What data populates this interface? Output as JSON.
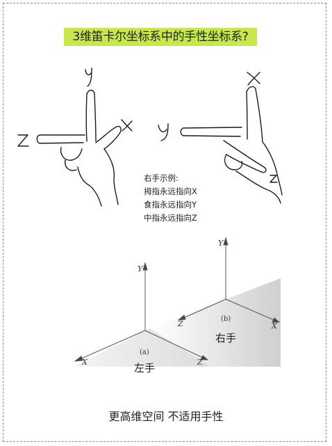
{
  "title": "3维笛卡尔坐标系中的手性坐标系?",
  "right_hand_example": {
    "heading": "右手示例:",
    "lines": [
      "拇指永远指向X",
      "食指永远指向Y",
      "中指永远指向Z"
    ]
  },
  "sketch_labels": {
    "left_hand": {
      "y": "y",
      "x": "x",
      "z": "Z"
    },
    "right_hand": {
      "x": "x",
      "y": "y",
      "z": "z"
    }
  },
  "axes_figure": {
    "a": {
      "caption": "(a)",
      "hand_label": "左手",
      "y": "Y",
      "x": "X",
      "z": "Z"
    },
    "b": {
      "caption": "(b)",
      "hand_label": "右手",
      "y": "Y",
      "x": "X",
      "z": "Z"
    }
  },
  "footer": "更高维空间 不适用手性"
}
